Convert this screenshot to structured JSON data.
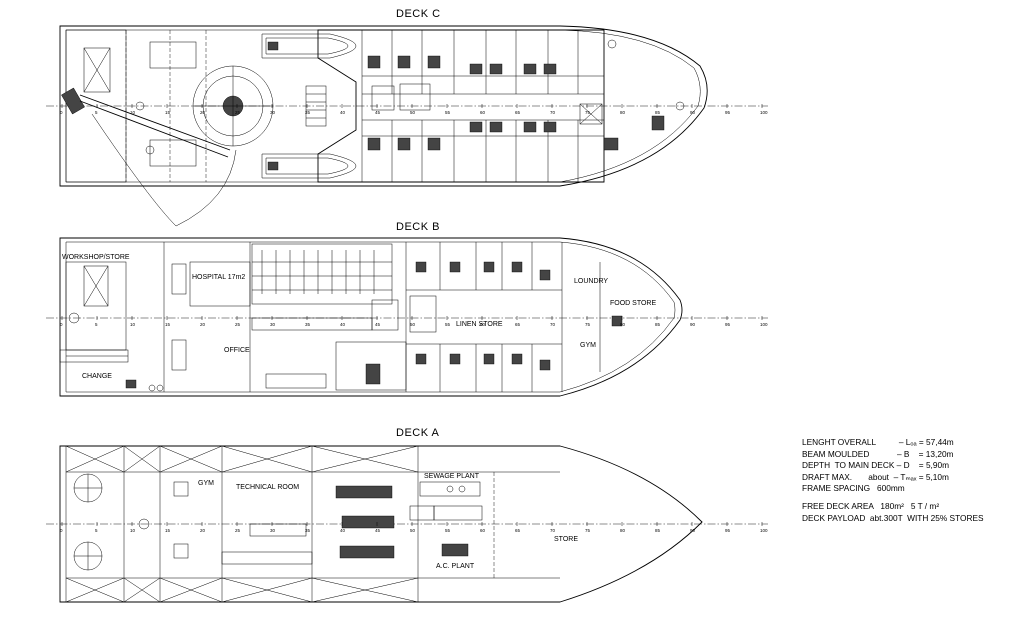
{
  "decks": [
    {
      "id": "deck_c",
      "title": "DECK C",
      "labels": []
    },
    {
      "id": "deck_b",
      "title": "DECK B",
      "labels": [
        "WORKSHOP/STORE",
        "HOSPITAL 17m2",
        "OFFICE",
        "CHANGE",
        "LINEN STORE",
        "LOUNDRY",
        "FOOD STORE",
        "GYM"
      ]
    },
    {
      "id": "deck_a",
      "title": "DECK A",
      "labels": [
        "GYM",
        "TECHNICAL ROOM",
        "SEWAGE PLANT",
        "A.C. PLANT",
        "STORE"
      ]
    }
  ],
  "frame_ticks": [
    "0",
    "5",
    "10",
    "15",
    "20",
    "25",
    "30",
    "35",
    "40",
    "45",
    "50",
    "55",
    "60",
    "65",
    "70",
    "75",
    "80",
    "85",
    "90",
    "95",
    "100"
  ],
  "particulars": {
    "lines": [
      "LENGHT OVERALL          – Lₒₐ = 57,44m",
      "BEAM MOULDED            – B    = 13,20m",
      "DEPTH  TO MAIN DECK – D    = 5,90m",
      "DRAFT MAX.       about  – Tₘₐₓ = 5,10m",
      "FRAME SPACING   600mm"
    ],
    "extra": [
      "FREE DECK AREA   180m²   5 T / m²",
      "DECK PAYLOAD  abt.300T  WITH 25% STORES"
    ]
  }
}
